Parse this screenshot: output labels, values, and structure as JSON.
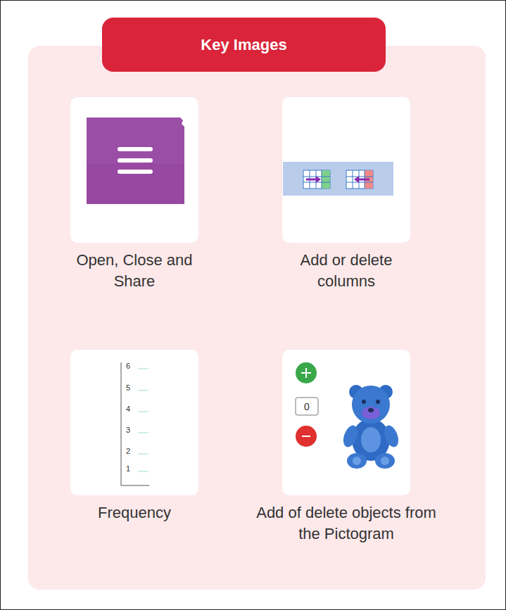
{
  "diagram": {
    "nodes": [
      {
        "text": [
          "Key Images"
        ]
      },
      {
        "text": [
          "Open, Close and Share"
        ],
        "in": 0
      },
      {
        "text": [
          "Add or delete columns"
        ],
        "in": 0
      },
      {
        "text": [
          "Frequency"
        ],
        "in": 0
      },
      {
        "text": [
          "Add of delete objects from the Pictogram"
        ],
        "in": 0
      }
    ],
    "labels": [
      "6",
      "5",
      "4",
      "3",
      "2",
      "1",
      "0"
    ]
  }
}
